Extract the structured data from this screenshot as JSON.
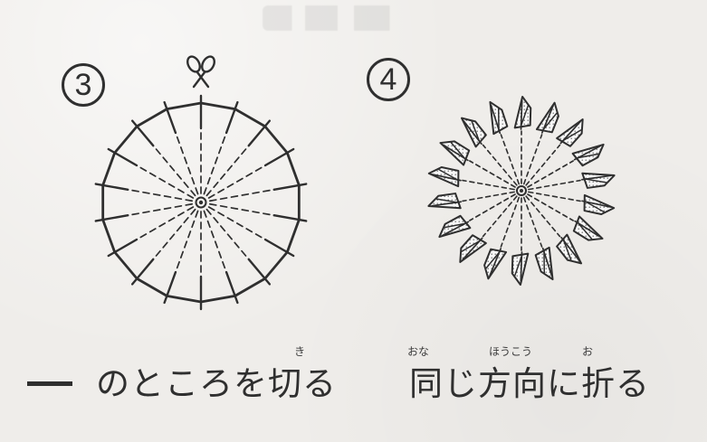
{
  "steps": [
    {
      "number": "3",
      "icon": "scissors-icon",
      "caption": "のところを切る",
      "furigana": [
        {
          "text": "き",
          "base": "切"
        }
      ]
    },
    {
      "number": "4",
      "icon": "",
      "caption": "同じ方向に折る",
      "furigana": [
        {
          "text": "おな",
          "base": "同"
        },
        {
          "text": "ほうこう",
          "base": "方向"
        },
        {
          "text": "お",
          "base": "折"
        }
      ]
    }
  ],
  "colors": {
    "ink": "#2f2f2f",
    "paper": "#efedea",
    "shade": "#b7b7b7"
  }
}
